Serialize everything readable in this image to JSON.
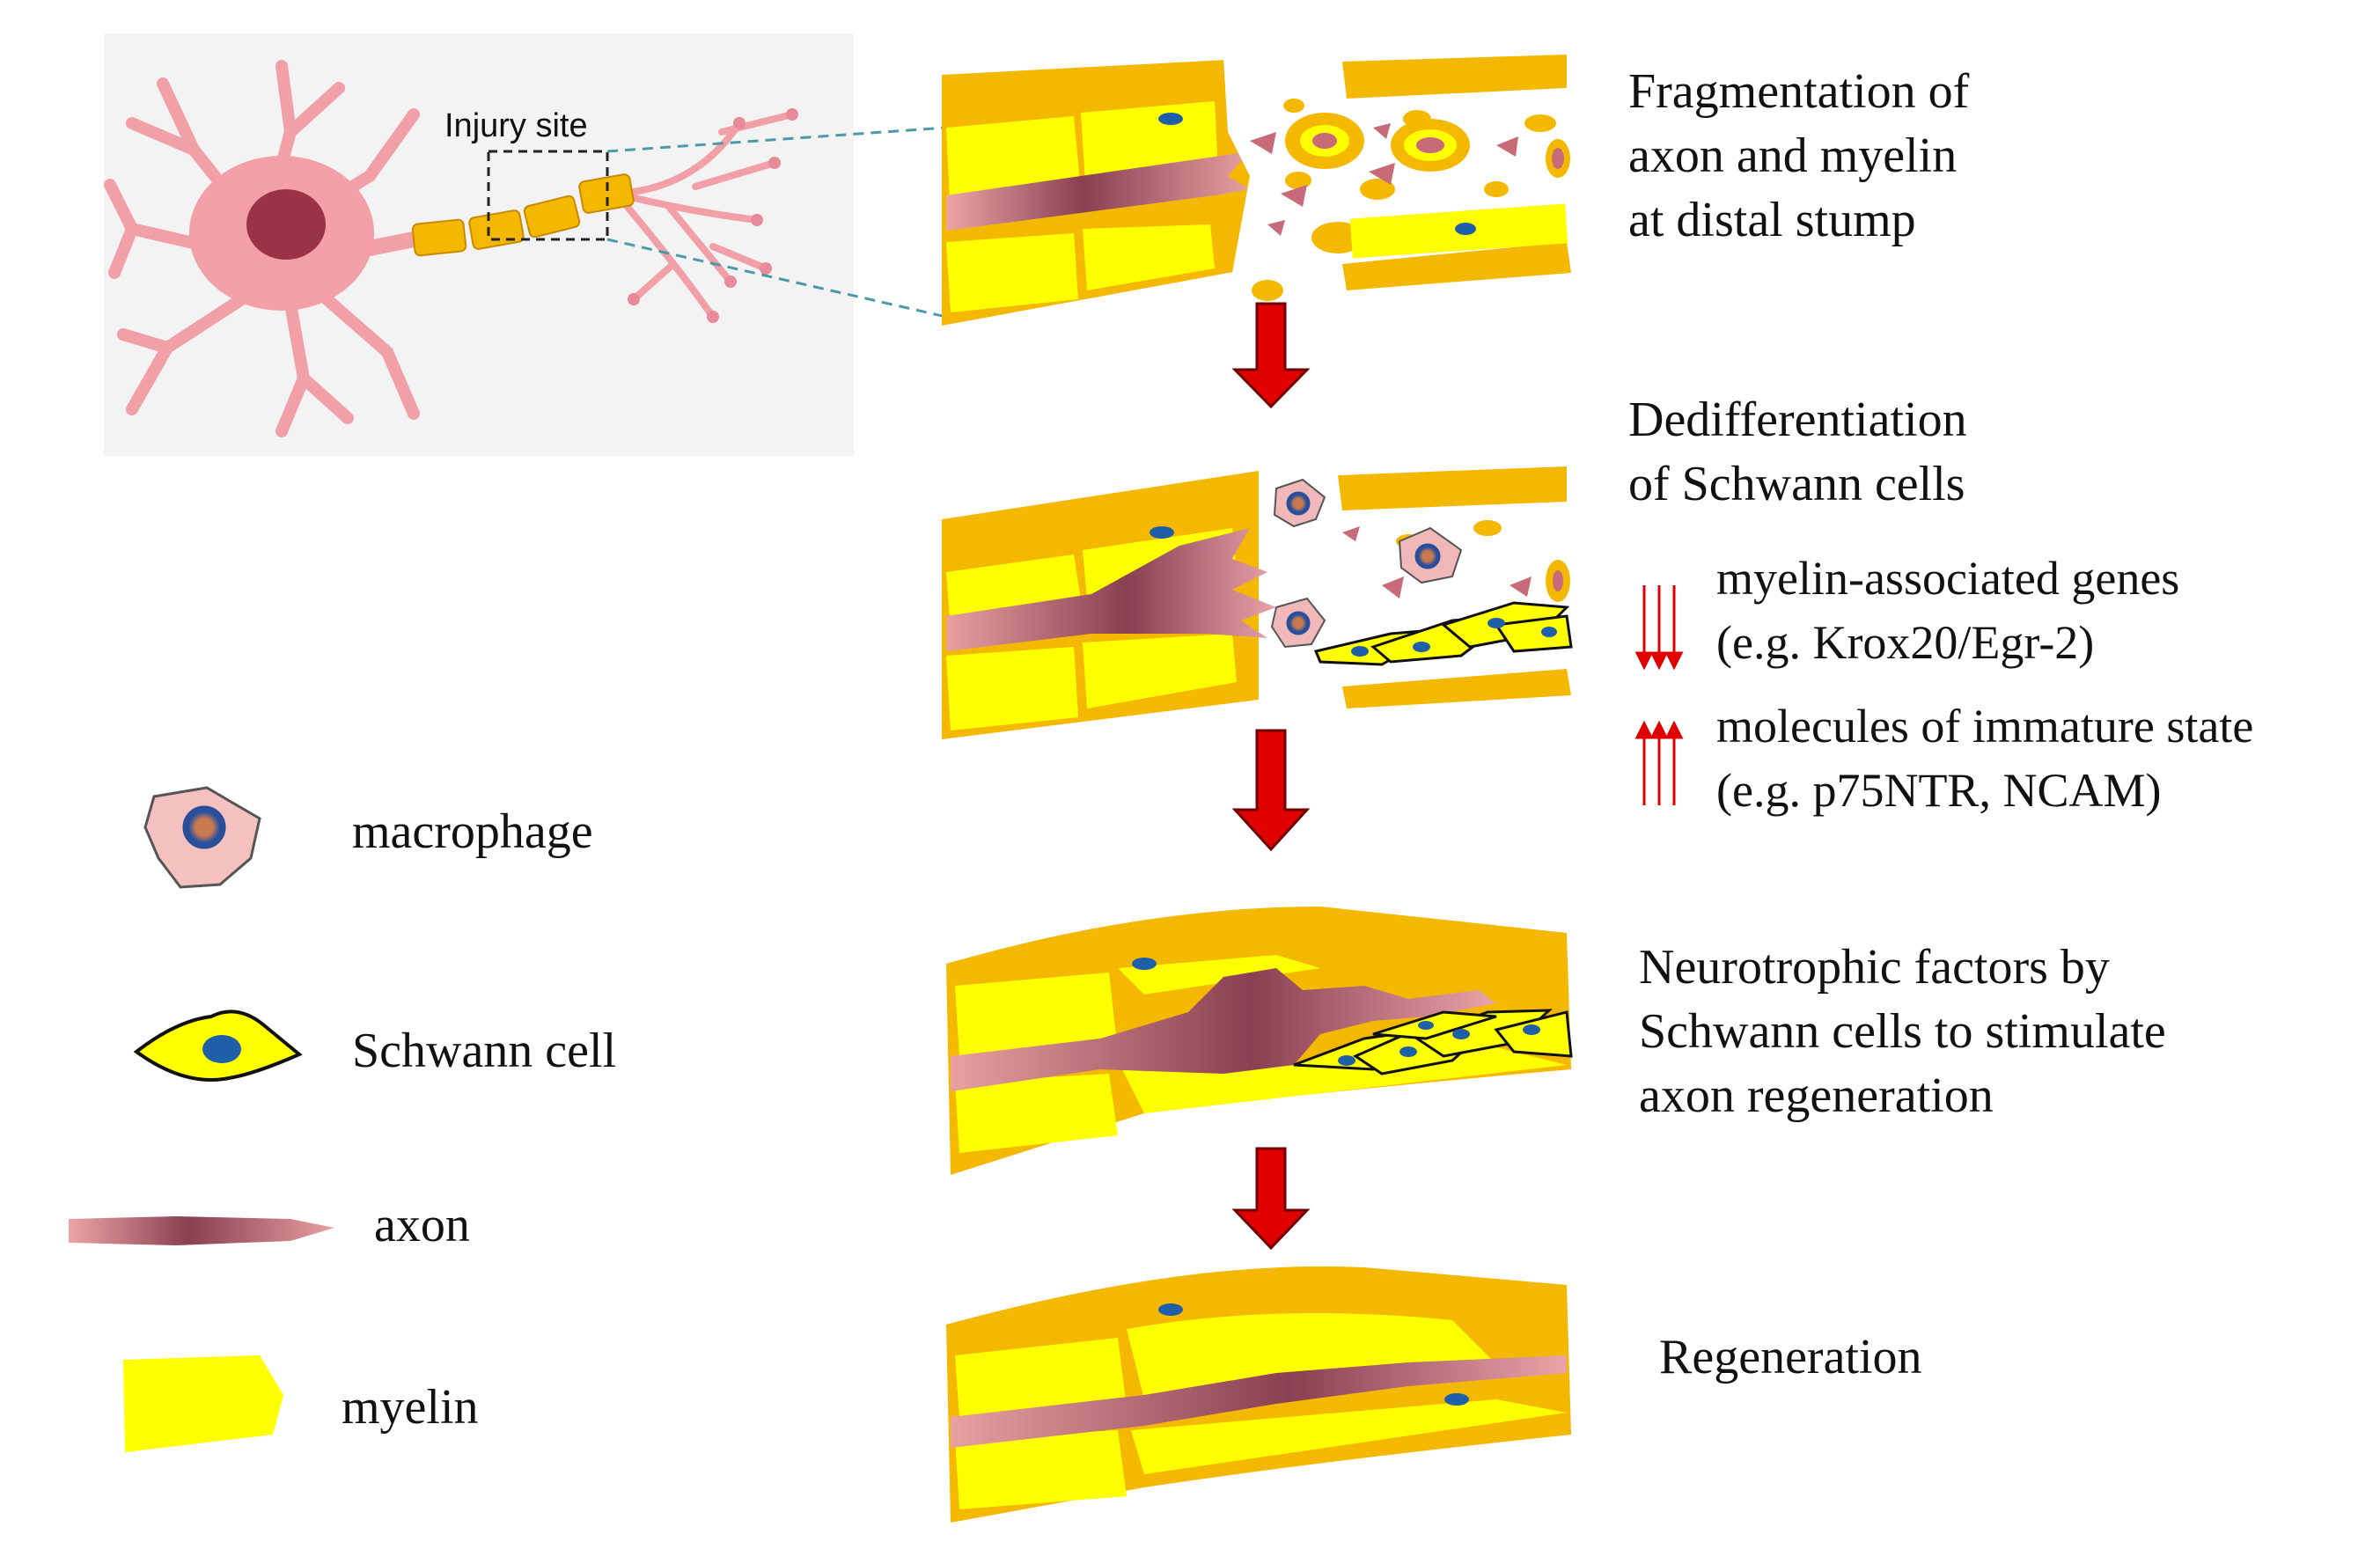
{
  "neuron_panel": {
    "injury_label": "Injury site"
  },
  "steps": [
    {
      "lines": [
        "Fragmentation of",
        "axon and myelin",
        "at distal stump"
      ]
    },
    {
      "lines": [
        "Dedifferentiation",
        "of Schwann cells"
      ]
    },
    {
      "lines": [
        "Neurotrophic factors by",
        "Schwann cells to stimulate",
        "axon regeneration"
      ]
    },
    {
      "lines": [
        "Regeneration"
      ]
    }
  ],
  "gene_changes": {
    "down": {
      "lines": [
        "myelin-associated genes",
        "(e.g. Krox20/Egr-2)"
      ]
    },
    "up": {
      "lines": [
        "molecules of immature state",
        "(e.g. p75NTR, NCAM)"
      ]
    }
  },
  "legend": {
    "macrophage": "macrophage",
    "schwann": "Schwann cell",
    "axon": "axon",
    "myelin": "myelin"
  },
  "colors": {
    "myelin_outer": "#f5b800",
    "myelin_inner": "#ffff00",
    "axon_light": "#e8a0a0",
    "axon_dark": "#8a3f52",
    "nucleus": "#1f5fa8",
    "arrow": "#e00000",
    "neuron": "#f2a0a8",
    "panel_bg": "#f3f3f3"
  }
}
